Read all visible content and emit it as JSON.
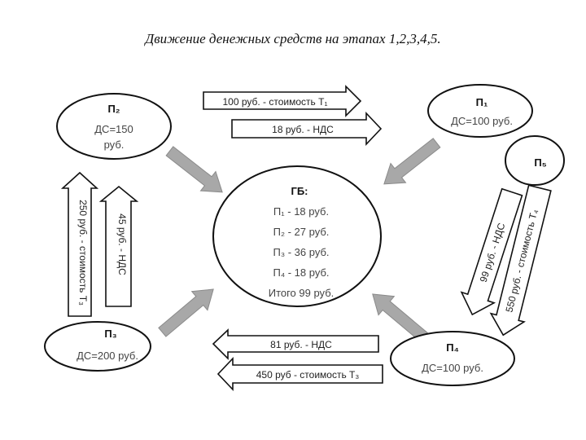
{
  "title": "Движение денежных средств на этапах 1,2,3,4,5.",
  "nodes": {
    "p2": {
      "name": "П₂",
      "line1": "ДС=150",
      "line2": "руб."
    },
    "p1": {
      "name": "П₁",
      "line1": "ДС=100 руб."
    },
    "p5": {
      "name": "П₅"
    },
    "p3": {
      "name": "П₃",
      "line1": "ДС=200 руб."
    },
    "p4": {
      "name": "П₄",
      "line1": "ДС=100 руб."
    },
    "gb": {
      "name": "ГБ:",
      "rows": [
        "П₁ - 18 руб.",
        "П₂ - 27 руб.",
        "П₃ - 36 руб.",
        "П₄ - 18 руб.",
        "Итого 99 руб."
      ]
    }
  },
  "arrows": {
    "top1": "100 руб. - стоимость Т₁",
    "top2": "18 руб. - НДС",
    "left1": "250 руб. - стоимость Т₃",
    "left2": "45 руб. - НДС",
    "right1": "99 руб. - НДС",
    "right2": "550 руб. - стоимость Т₄",
    "bottom1": "81 руб. - НДС",
    "bottom2": "450 руб - стоимость Т₃"
  }
}
